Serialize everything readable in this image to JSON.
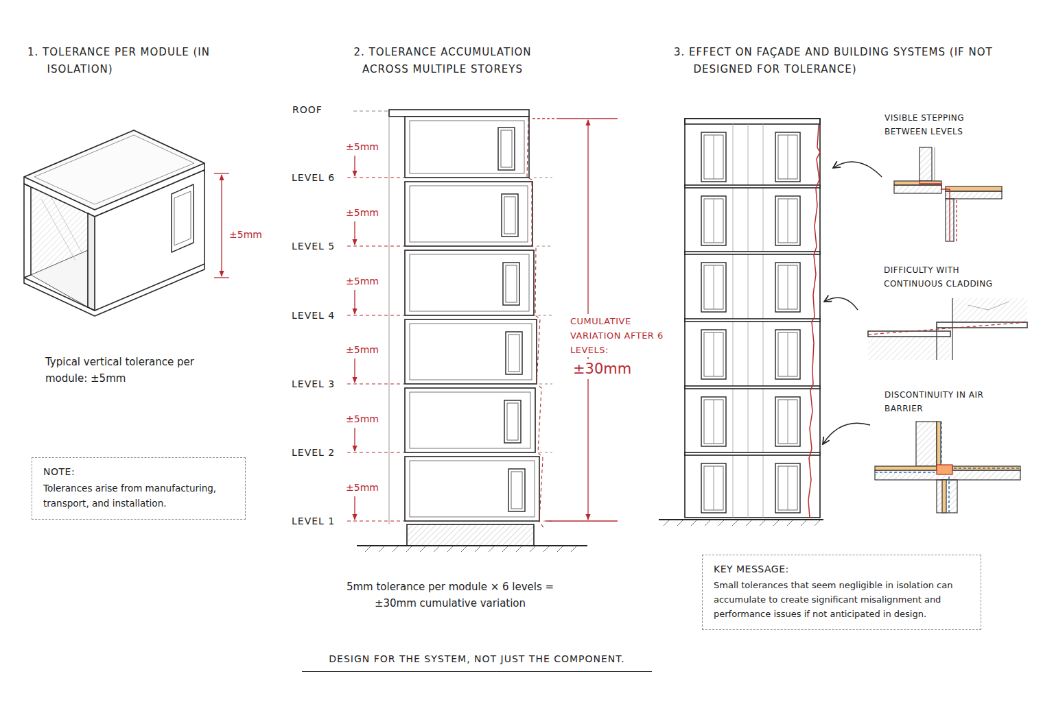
{
  "diagram": {
    "caption": "DESIGN FOR THE SYSTEM, NOT JUST THE COMPONENT.",
    "nodes": [
      {
        "text": [
          "NOTE:",
          "Tolerances arise from manufacturing, transport, and installation."
        ]
      },
      {
        "text": [
          "KEY MESSAGE:",
          "Small tolerances that seem negligible in isolation can accumulate to create significant misalignment and performance issues if not anticipated in design."
        ]
      }
    ],
    "labels": [
      "1. TOLERANCE PER MODULE (IN ISOLATION)",
      "2. TOLERANCE ACCUMULATION ACROSS MULTIPLE STOREYS",
      "3. EFFECT ON FAÇADE AND BUILDING SYSTEMS (IF NOT DESIGNED FOR TOLERANCE)",
      "±5mm",
      "Typical vertical tolerance per module: ±5mm",
      "ROOF",
      "±5mm",
      "LEVEL 6",
      "±5mm",
      "LEVEL 5",
      "±5mm",
      "LEVEL 4",
      "±5mm",
      "LEVEL 3",
      "±5mm",
      "LEVEL 2",
      "±5mm",
      "LEVEL 1",
      "CUMULATIVE VARIATION AFTER 6 LEVELS:",
      "±30mm",
      "5mm tolerance per module × 6 levels = ±30mm cumulative variation",
      "VISIBLE STEPPING BETWEEN LEVELS",
      "DIFFICULTY WITH CONTINUOUS CLADDING",
      "DISCONTINUITY IN AIR BARRIER"
    ]
  }
}
